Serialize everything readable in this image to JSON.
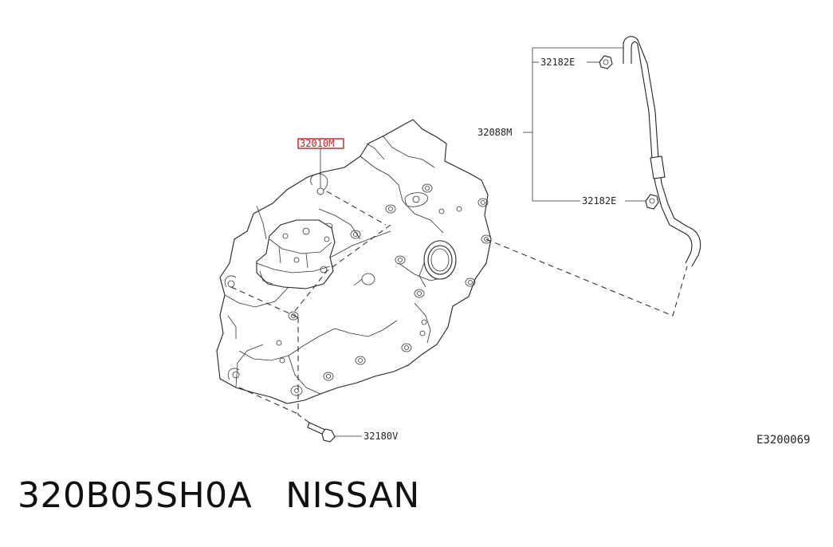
{
  "callouts": {
    "c1": "32010M",
    "c2": "32182E",
    "c3": "32088M",
    "c4": "32182E",
    "c5": "32180V"
  },
  "diagram_code": "E3200069",
  "part_number": "320B05SH0A",
  "brand": "NISSAN",
  "colors": {
    "highlight": "#c81e1e",
    "ink": "#222222"
  }
}
